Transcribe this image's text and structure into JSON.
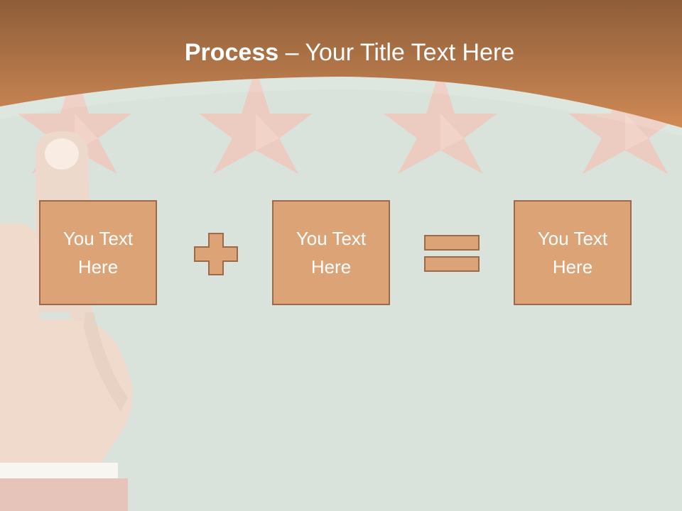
{
  "slide": {
    "title_bold": "Process",
    "title_rest": " – Your Title Text Here",
    "boxes": [
      {
        "text": "You Text Here"
      },
      {
        "text": "You Text Here"
      },
      {
        "text": "You Text Here"
      }
    ],
    "operators": [
      "plus-icon",
      "equals-icon"
    ]
  },
  "colors": {
    "header_orange": "#c9824d",
    "box_fill": "#dca476",
    "box_border": "#9c6a48",
    "background": "#d9e3db",
    "star_pink": "#efc9bd"
  }
}
